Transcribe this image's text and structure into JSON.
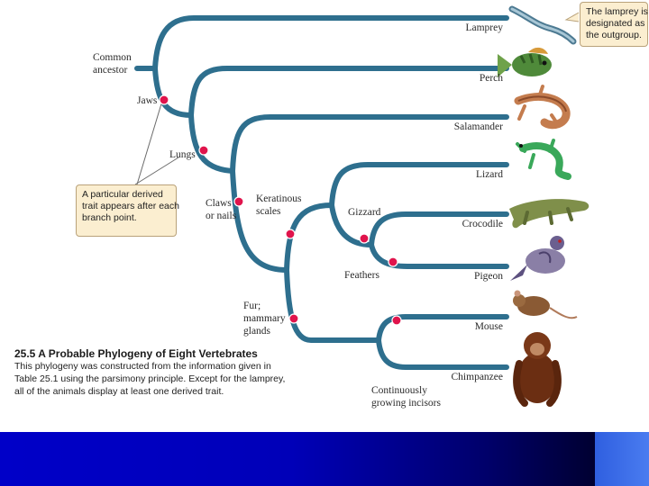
{
  "taxa": {
    "lamprey": "Lamprey",
    "perch": "Perch",
    "salamander": "Salamander",
    "lizard": "Lizard",
    "crocodile": "Crocodile",
    "pigeon": "Pigeon",
    "mouse": "Mouse",
    "chimpanzee": "Chimpanzee"
  },
  "traits": {
    "common_ancestor": [
      "Common",
      "ancestor"
    ],
    "jaws": "Jaws",
    "lungs": "Lungs",
    "claws": [
      "Claws",
      "or nails"
    ],
    "keratinous": [
      "Keratinous",
      "scales"
    ],
    "gizzard": "Gizzard",
    "feathers": "Feathers",
    "fur": [
      "Fur;",
      "mammary",
      "glands"
    ],
    "incisors": [
      "Continuously",
      "growing incisors"
    ]
  },
  "callouts": {
    "outgroup": [
      "The lamprey is",
      "designated as",
      "the outgroup."
    ],
    "derived": [
      "A particular derived",
      "trait appears after each",
      "branch point."
    ]
  },
  "caption": {
    "title": "25.5  A Probable Phylogeny of Eight Vertebrates",
    "lines": [
      "This phylogeny was constructed from the information given in",
      "Table 25.1 using the parsimony principle. Except for the lamprey,",
      "all of the animals display at least one derived trait."
    ]
  },
  "colors": {
    "branch": "#2e6f8e",
    "trait_dot": "#e0144c",
    "callout_bg": "#fbeed0",
    "footer_blue": "#0000c8"
  }
}
